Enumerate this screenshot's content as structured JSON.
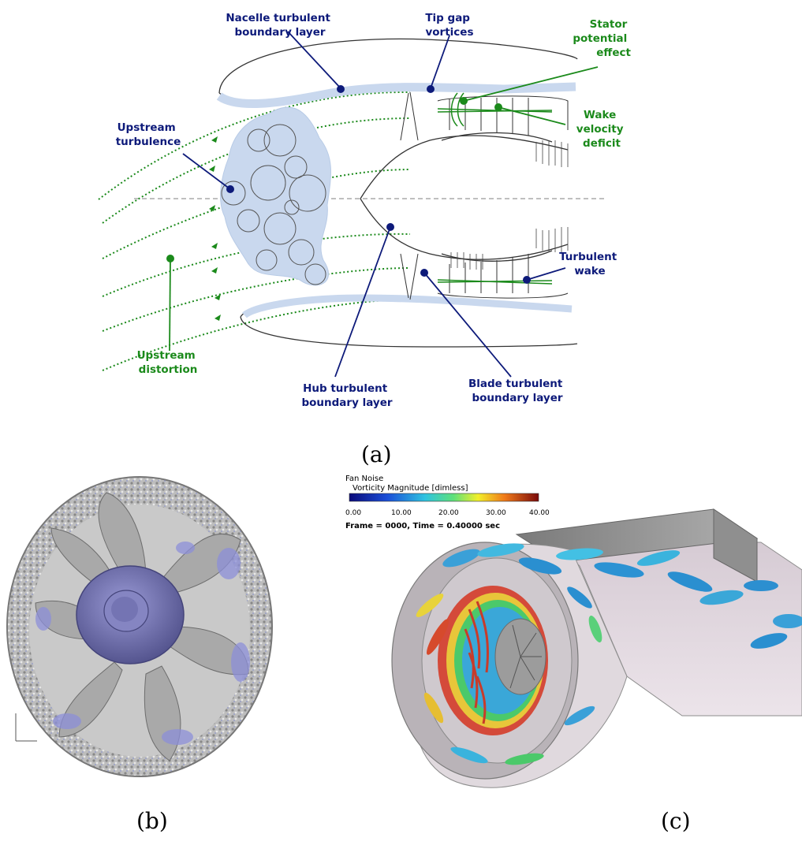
{
  "diagram_a": {
    "labels": {
      "nacelle_bl": [
        "Nacelle turbulent",
        "boundary layer"
      ],
      "tip_gap": [
        "Tip gap",
        "vortices"
      ],
      "stator": [
        "Stator",
        "potential",
        "effect"
      ],
      "upstream_turb": [
        "Upstream",
        "turbulence"
      ],
      "wake_deficit": [
        "Wake",
        "velocity",
        "deficit"
      ],
      "turb_wake": [
        "Turbulent",
        "wake"
      ],
      "upstream_dist": [
        "Upstream",
        "distortion"
      ],
      "hub_bl": [
        "Hub turbulent",
        "boundary layer"
      ],
      "blade_bl": [
        "Blade turbulent",
        "boundary layer"
      ]
    },
    "colors": {
      "blue": "#0d1a7a",
      "green": "#1b8a1b",
      "turbulence_fill": "#c9d8ee"
    }
  },
  "panel_c": {
    "title": "Fan Noise",
    "colorbar_label": "Vorticity Magnitude [dimless]",
    "ticks": [
      "0.00",
      "10.00",
      "20.00",
      "30.00",
      "40.00"
    ],
    "frame_info": "Frame = 0000, Time = 0.40000 sec"
  },
  "captions": {
    "a": "(a)",
    "b": "(b)",
    "c": "(c)"
  }
}
